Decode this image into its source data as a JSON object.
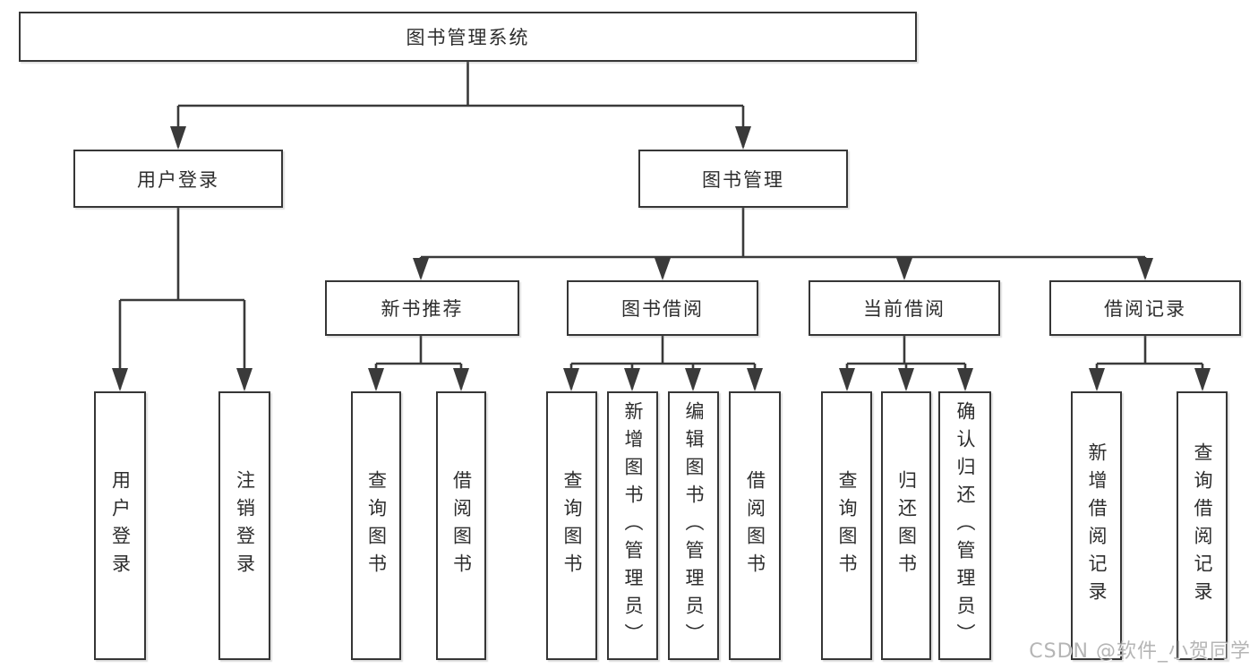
{
  "colors": {
    "line": "#3a3a3a",
    "border": "#363636",
    "text": "#2d2d2d",
    "watermark": "#969696",
    "background": "#ffffff"
  },
  "chart_data": {
    "type": "table",
    "title": "图书管理系统",
    "note": "functional decomposition tree"
  },
  "tree": {
    "root": "图书管理系统",
    "children": [
      {
        "label": "用户登录",
        "children": [
          "用户登录",
          "注销登录"
        ]
      },
      {
        "label": "图书管理",
        "children": [
          {
            "label": "新书推荐",
            "children": [
              "查询图书",
              "借阅图书"
            ]
          },
          {
            "label": "图书借阅",
            "children": [
              "查询图书",
              "新增图书（管理员）",
              "编辑图书（管理员）",
              "借阅图书"
            ]
          },
          {
            "label": "当前借阅",
            "children": [
              "查询图书",
              "归还图书",
              "确认归还（管理员）"
            ]
          },
          {
            "label": "借阅记录",
            "children": [
              "新增借阅记录",
              "查询借阅记录"
            ]
          }
        ]
      }
    ]
  },
  "watermark": {
    "text": "CSDN @软件_小贺同学"
  }
}
